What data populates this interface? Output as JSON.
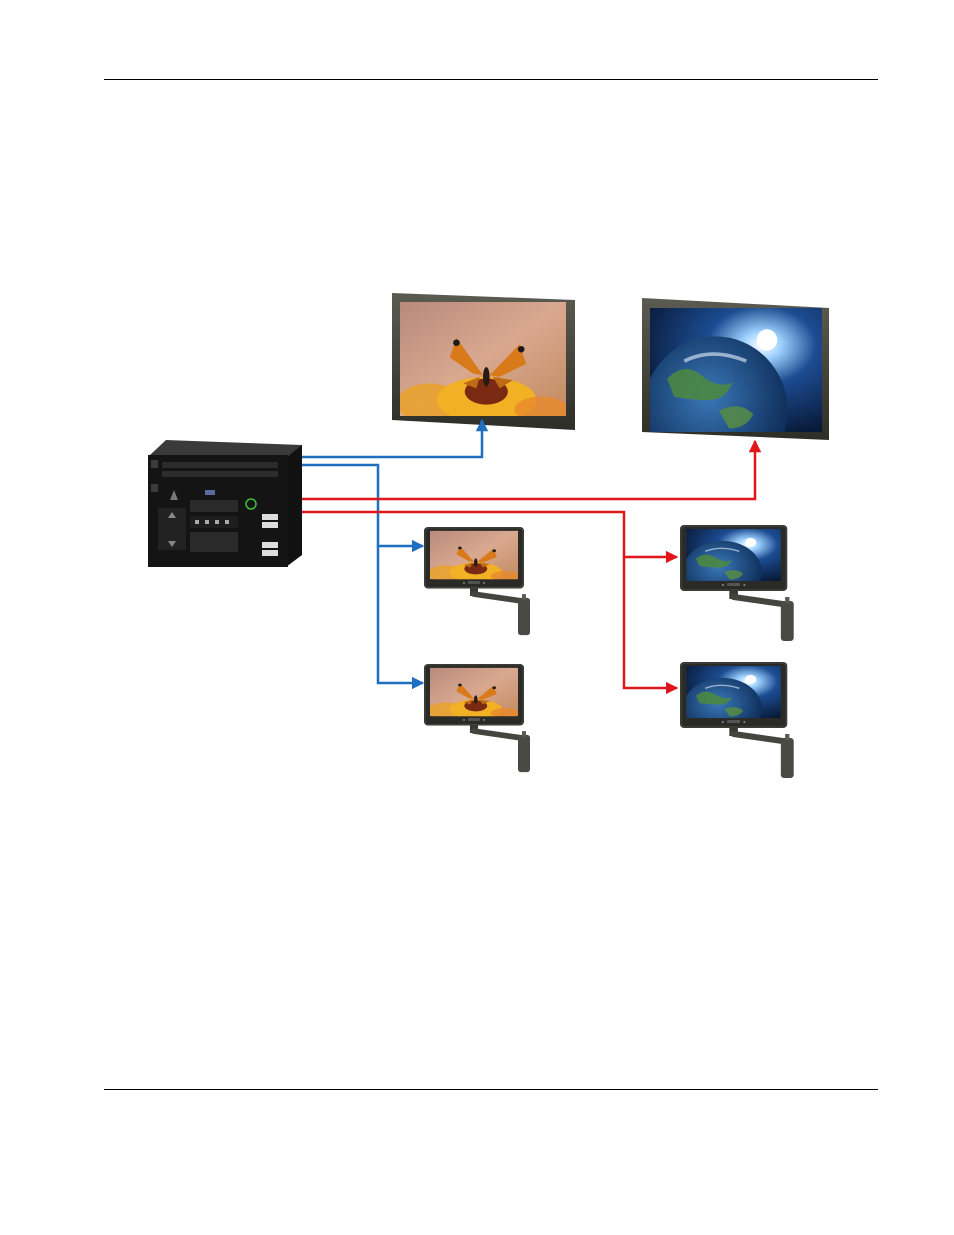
{
  "colors": {
    "video_path_a": "#1f6fc0",
    "video_path_b": "#e0161b",
    "page_background": "#ffffff",
    "rule": "#000000"
  },
  "diagram": {
    "source_device": "media-player-box-with-bluray-drive",
    "large_displays": [
      {
        "content": "butterfly-on-flower-image",
        "feed": "video_path_a"
      },
      {
        "content": "earth-from-space-image",
        "feed": "video_path_b"
      }
    ],
    "arm_mount_displays": [
      {
        "content": "butterfly-on-flower-image",
        "feed": "video_path_a"
      },
      {
        "content": "butterfly-on-flower-image",
        "feed": "video_path_a"
      },
      {
        "content": "earth-from-space-image",
        "feed": "video_path_b"
      },
      {
        "content": "earth-from-space-image",
        "feed": "video_path_b"
      }
    ]
  }
}
